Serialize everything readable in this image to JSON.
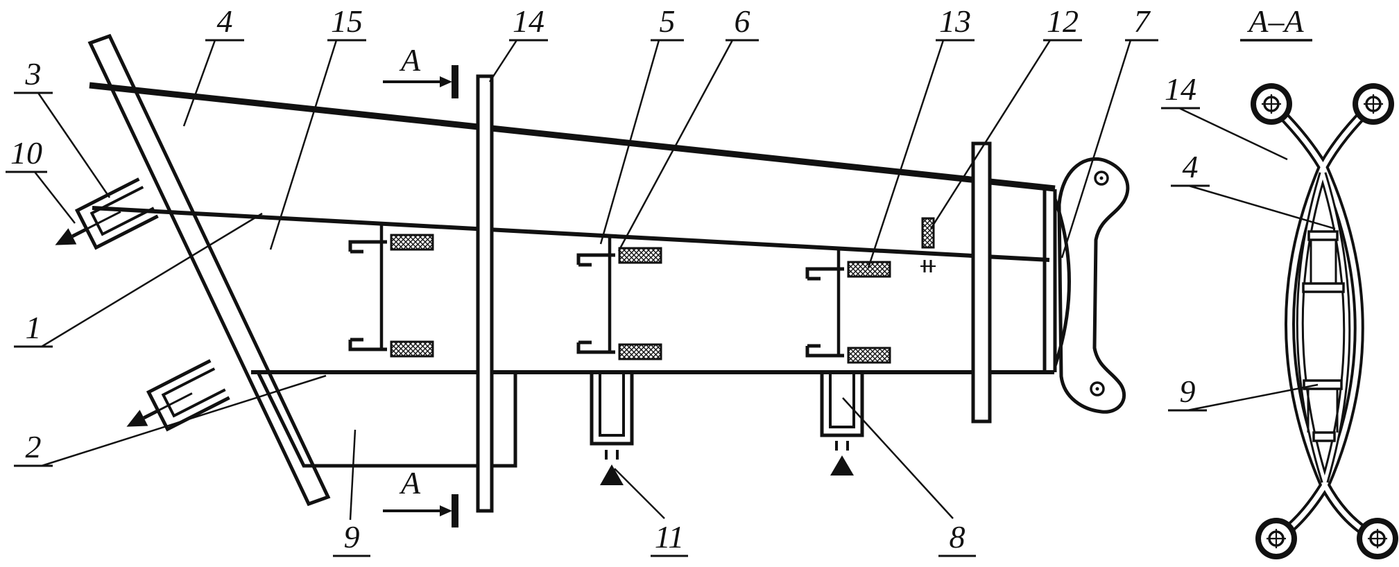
{
  "figure": {
    "background_color": "#ffffff",
    "line_color": "#111111"
  },
  "callouts": {
    "main_view": [
      "1",
      "2",
      "3",
      "4",
      "5",
      "6",
      "7",
      "8",
      "9",
      "10",
      "11",
      "12",
      "13",
      "14",
      "15"
    ],
    "section_view": [
      "14",
      "4",
      "9"
    ],
    "section_cut_letter": "A"
  },
  "labels": {
    "n1": "1",
    "n2": "2",
    "n3": "3",
    "n4": "4",
    "n5": "5",
    "n6": "6",
    "n7": "7",
    "n8": "8",
    "n9": "9",
    "n10": "10",
    "n11": "11",
    "n12": "12",
    "n13": "13",
    "n14": "14",
    "n15": "15",
    "a_mark": "A",
    "section_title": "A–A",
    "sec_n14": "14",
    "sec_n4": "4",
    "sec_n9": "9"
  }
}
